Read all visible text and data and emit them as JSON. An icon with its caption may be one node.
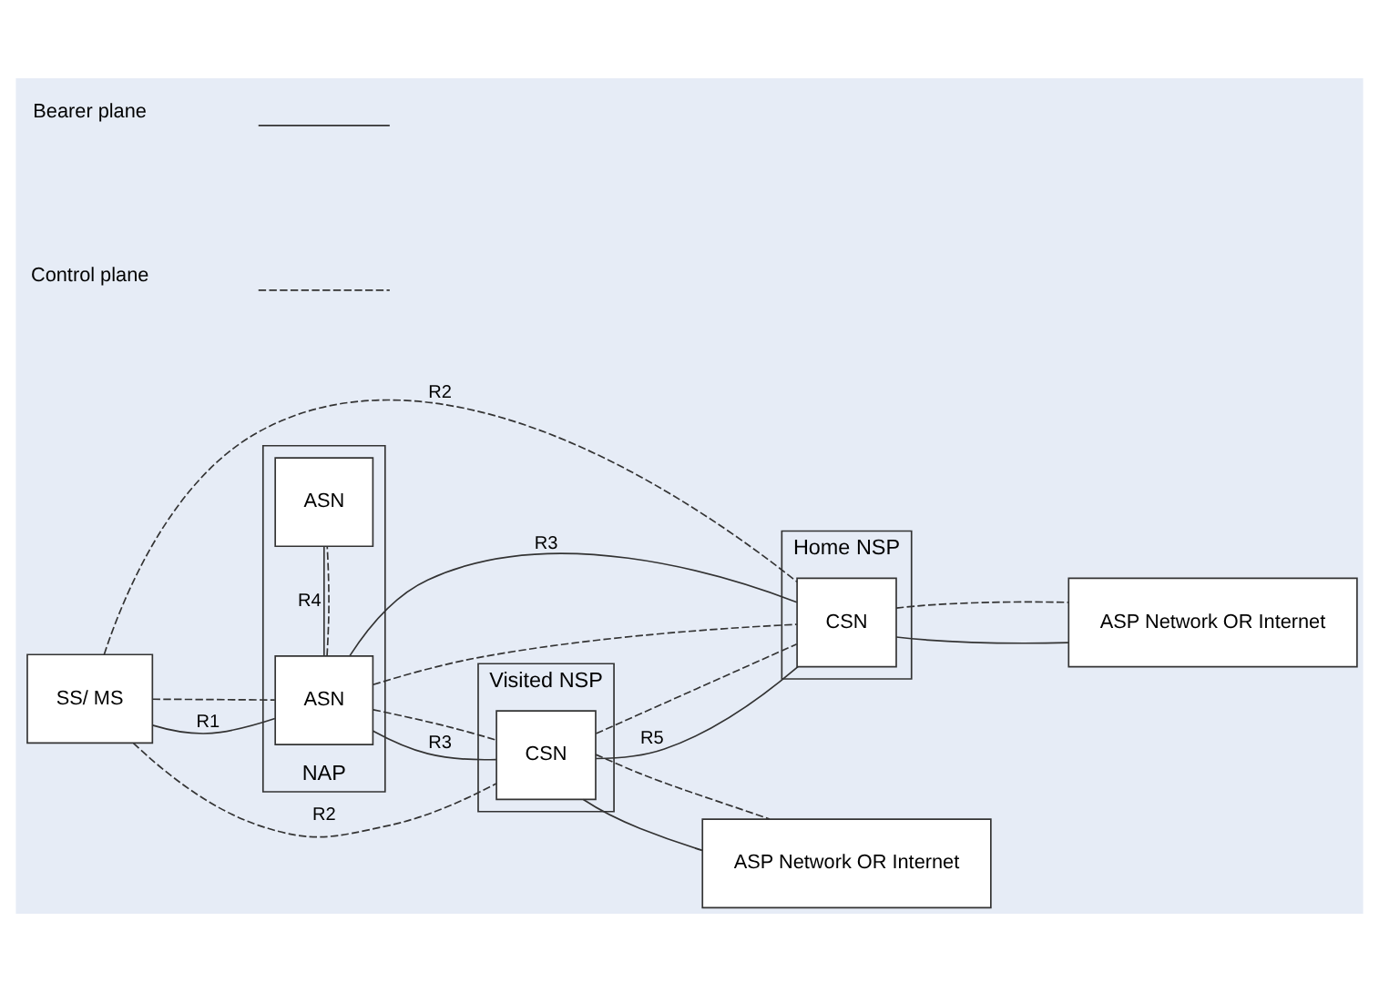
{
  "diagram": {
    "nodes": [
      {
        "text": [
          "SS/ MS"
        ]
      },
      {
        "text": [
          "NAP"
        ]
      },
      {
        "text": [
          "ASN"
        ],
        "in": 1
      },
      {
        "text": [
          "ASN"
        ],
        "in": 1
      },
      {
        "text": [
          "Visited NSP"
        ]
      },
      {
        "text": [
          "CSN"
        ],
        "in": 4
      },
      {
        "text": [
          "Home NSP"
        ]
      },
      {
        "text": [
          "CSN"
        ],
        "in": 6
      },
      {
        "text": [
          "ASP Network OR Internet"
        ]
      },
      {
        "text": [
          "ASP Network OR Internet"
        ]
      }
    ],
    "edges": [
      {
        "from": 0,
        "to": 2,
        "arrow": "none",
        "label": "R1"
      },
      {
        "from": 0,
        "to": 2,
        "arrow": "none",
        "style": "dashed"
      },
      {
        "from": 0,
        "to": 7,
        "arrow": "none",
        "style": "dashed",
        "label": "R2"
      },
      {
        "from": 0,
        "to": 5,
        "arrow": "none",
        "style": "dashed",
        "label": "R2"
      },
      {
        "from": 2,
        "to": 7,
        "arrow": "none",
        "label": "R3"
      },
      {
        "from": 2,
        "to": 7,
        "arrow": "none",
        "style": "dashed"
      },
      {
        "from": 2,
        "to": 5,
        "arrow": "none",
        "label": "R3"
      },
      {
        "from": 2,
        "to": 5,
        "arrow": "none",
        "style": "dashed"
      },
      {
        "from": 5,
        "to": 7,
        "arrow": "none",
        "label": "R5"
      },
      {
        "from": 5,
        "to": 7,
        "arrow": "none",
        "style": "dashed"
      },
      {
        "from": 2,
        "to": 3,
        "arrow": "none",
        "label": "R4"
      },
      {
        "from": 2,
        "to": 3,
        "arrow": "none",
        "style": "dashed"
      },
      {
        "from": 5,
        "to": 8,
        "arrow": "none"
      },
      {
        "from": 5,
        "to": 8,
        "arrow": "none",
        "style": "dashed"
      },
      {
        "from": 7,
        "to": 9,
        "arrow": "none"
      },
      {
        "from": 7,
        "to": 9,
        "arrow": "none",
        "style": "dashed"
      }
    ],
    "legend": [
      {
        "text": "Bearer plane"
      },
      {
        "text": "Control plane"
      }
    ]
  }
}
